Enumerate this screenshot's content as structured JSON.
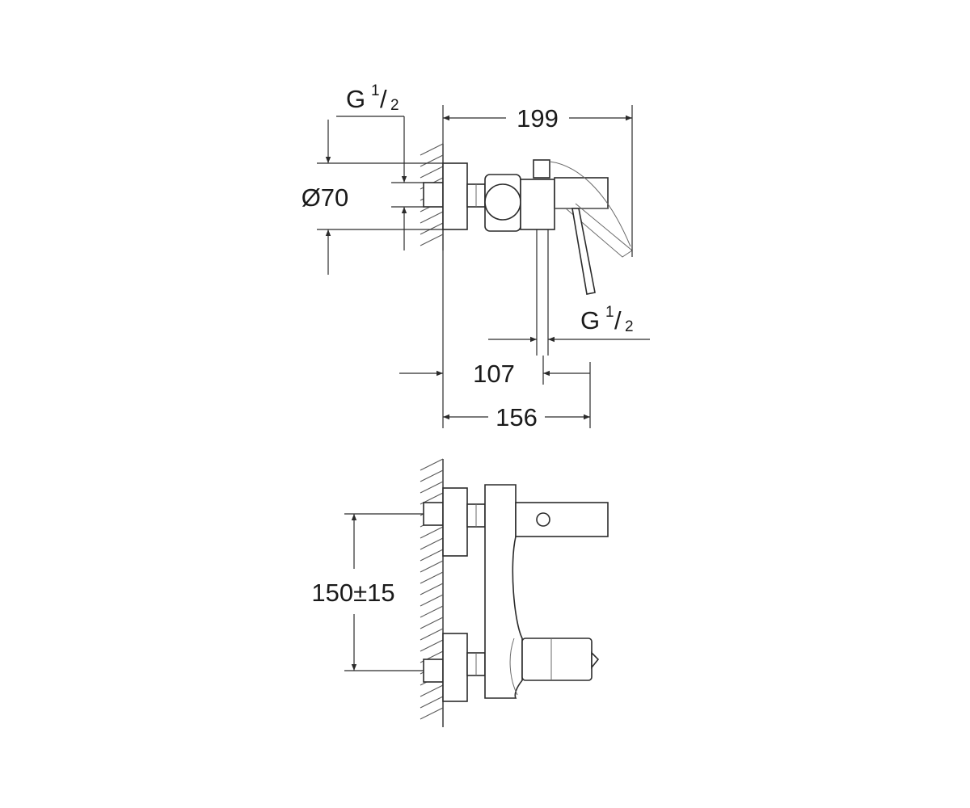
{
  "side_view": {
    "dim_width_total": "199",
    "dim_inlet_thread_g": "G",
    "dim_inlet_thread_num": "1",
    "dim_inlet_thread_den": "2",
    "dim_outlet_thread_g": "G",
    "dim_outlet_thread_num": "1",
    "dim_outlet_thread_den": "2",
    "dim_escutcheon_diameter": "Ø70",
    "dim_outlet_offset": "107",
    "dim_body_depth": "156"
  },
  "front_view": {
    "dim_inlet_spacing": "150±15"
  }
}
